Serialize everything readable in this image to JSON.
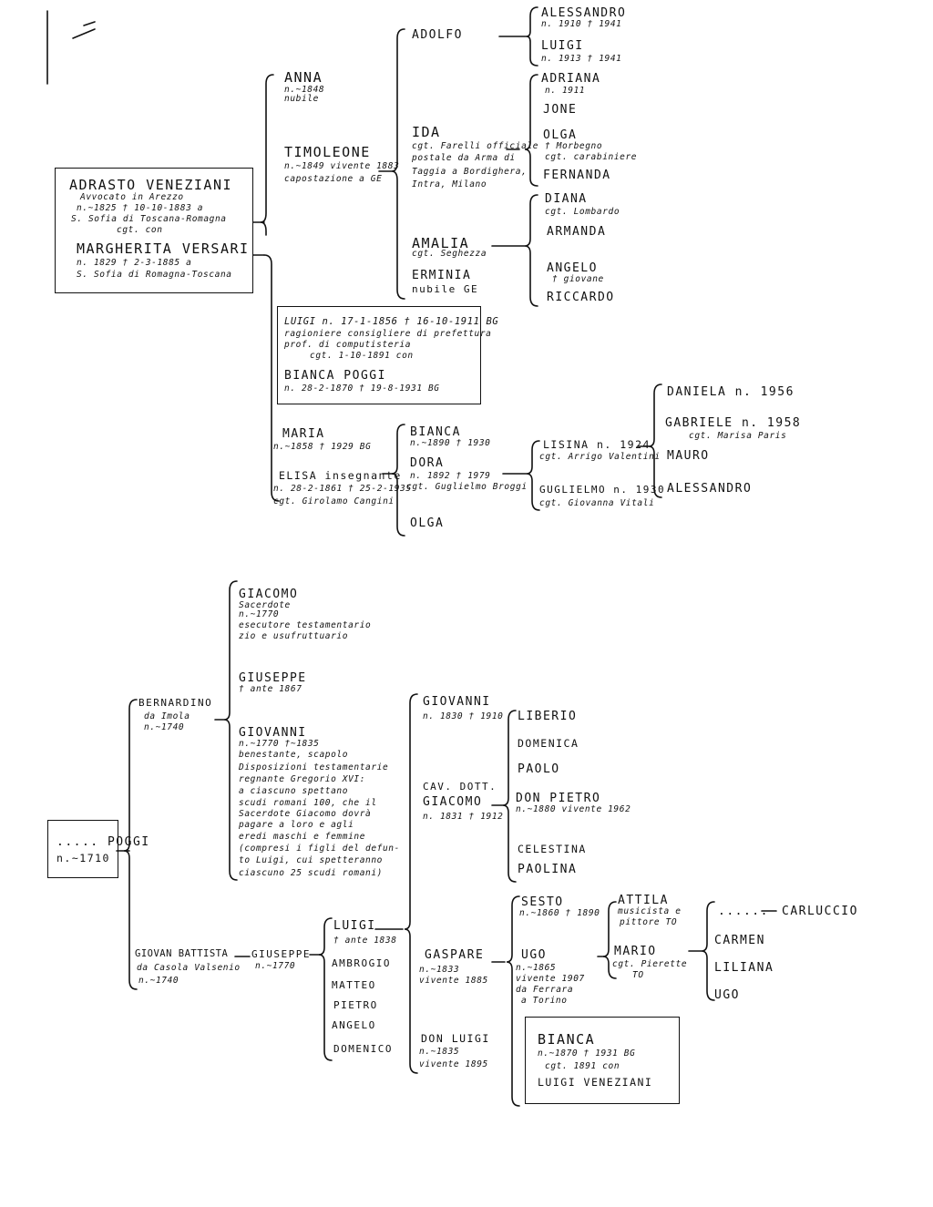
{
  "tree1": {
    "root": {
      "name": "ADRASTO VENEZIANI",
      "l1": "Avvocato in Arezzo",
      "l2": "n.~1825 † 10-10-1883 a",
      "l3": "S. Sofia di Toscana-Romagna",
      "l4": "cgt. con",
      "spouse": "MARGHERITA VERSARI",
      "s1": "n. 1829 † 2-3-1885 a",
      "s2": "S. Sofia di Romagna-Toscana"
    },
    "anna": {
      "name": "ANNA",
      "l1": "n.~1848",
      "l2": "nubile"
    },
    "timoleone": {
      "name": "TIMOLEONE",
      "l1": "n.~1849 vivente 1883",
      "l2": "capostazione a GE"
    },
    "adolfo": {
      "name": "ADOLFO"
    },
    "alessandro1": {
      "name": "ALESSANDRO",
      "l1": "n. 1910 † 1941"
    },
    "luigi_t1": {
      "name": "LUIGI",
      "l1": "n. 1913 † 1941"
    },
    "ida": {
      "name": "IDA",
      "l1": "cgt. Farelli officiale",
      "l2": "postale da Arma di",
      "l3": "Taggia a Bordighera,",
      "l4": "Intra, Milano"
    },
    "adriana": {
      "name": "ADRIANA",
      "l1": "n. 1911"
    },
    "jone": {
      "name": "JONE"
    },
    "olga1": {
      "name": "OLGA",
      "l1": "† Morbegno",
      "l2": "cgt. carabiniere"
    },
    "fernanda": {
      "name": "FERNANDA"
    },
    "amalia": {
      "name": "AMALIA",
      "l1": "cgt. Seghezza"
    },
    "diana": {
      "name": "DIANA",
      "l1": "cgt. Lombardo"
    },
    "armanda": {
      "name": "ARMANDA"
    },
    "angelo1": {
      "name": "ANGELO",
      "l1": "† giovane"
    },
    "riccardo": {
      "name": "RICCARDO"
    },
    "erminia": {
      "name": "ERMINIA",
      "l1": "nubile GE"
    },
    "luigi_bg": {
      "l1": "LUIGI n. 17-1-1856 † 16-10-1911 BG",
      "l2": "ragioniere consigliere di prefettura",
      "l3": "prof. di computisteria",
      "l4": "cgt. 1-10-1891 con",
      "spouse": "BIANCA POGGI",
      "s1": "n. 28-2-1870 † 19-8-1931 BG"
    },
    "maria": {
      "name": "MARIA",
      "l1": "n.~1858 † 1929 BG"
    },
    "elisa": {
      "name": "ELISA insegnante",
      "l1": "n. 28-2-1861 † 25-2-1935",
      "l2": "cgt. Girolamo Cangini"
    },
    "bianca2": {
      "name": "BIANCA",
      "l1": "n.~1890 † 1930"
    },
    "dora": {
      "name": "DORA",
      "l1": "n. 1892 † 1979",
      "l2": "cgt. Guglielmo Broggi"
    },
    "olga2": {
      "name": "OLGA"
    },
    "lisina": {
      "name": "LISINA n. 1924",
      "l1": "cgt. Arrigo Valentini"
    },
    "guglielmo": {
      "name": "GUGLIELMO n. 1930",
      "l1": "cgt. Giovanna Vitali"
    },
    "daniela": {
      "name": "DANIELA n. 1956"
    },
    "gabriele": {
      "name": "GABRIELE n. 1958",
      "l1": "cgt. Marisa Paris"
    },
    "mauro": {
      "name": "MAURO"
    },
    "alessandro2": {
      "name": "ALESSANDRO"
    }
  },
  "tree2": {
    "root": {
      "name": "..... POGGI",
      "l1": "n.~1710"
    },
    "bernardino": {
      "name": "BERNARDINO",
      "l1": "da Imola",
      "l2": "n.~1740"
    },
    "giacomo_sac": {
      "name": "GIACOMO",
      "l1": "Sacerdote",
      "l2": "n.~1770",
      "l3": "esecutore testamentario",
      "l4": "zio e usufruttuario"
    },
    "giuseppe_t": {
      "name": "GIUSEPPE",
      "l1": "† ante 1867"
    },
    "giovanni_b": {
      "name": "GIOVANNI",
      "l1": "n.~1770 †~1835",
      "l2": "benestante, scapolo",
      "l3": "Disposizioni testamentarie",
      "l4": "regnante Gregorio XVI:",
      "l5": "a ciascuno spettano",
      "l6": "scudi romani 100, che il",
      "l7": "Sacerdote Giacomo dovrà",
      "l8": "pagare a loro e agli",
      "l9": "eredi maschi e femmine",
      "l10": "(compresi i figli del defun-",
      "l11": "to Luigi, cui spetteranno",
      "l12": "ciascuno 25 scudi romani)"
    },
    "giovanbattista": {
      "name": "GIOVAN BATTISTA",
      "l1": "da Casola Valsenio",
      "l2": "n.~1740"
    },
    "giuseppe2": {
      "name": "GIUSEPPE",
      "l1": "n.~1770"
    },
    "luigi2": {
      "name": "LUIGI",
      "l1": "† ante 1838"
    },
    "ambrogio": {
      "name": "AMBROGIO"
    },
    "matteo": {
      "name": "MATTEO"
    },
    "pietro": {
      "name": "PIETRO"
    },
    "angelo2": {
      "name": "ANGELO"
    },
    "domenico": {
      "name": "DOMENICO"
    },
    "giovanni2": {
      "name": "GIOVANNI",
      "l1": "n. 1830 † 1910"
    },
    "giacomo_dott": {
      "name": "CAV. DOTT.",
      "name2": "GIACOMO",
      "l1": "n. 1831 † 1912"
    },
    "liberio": {
      "name": "LIBERIO"
    },
    "domenica": {
      "name": "DOMENICA"
    },
    "paolo": {
      "name": "PAOLO"
    },
    "don_pietro": {
      "name": "DON PIETRO",
      "l1": "n.~1880 vivente 1962"
    },
    "celestina": {
      "name": "CELESTINA"
    },
    "paolina": {
      "name": "PAOLINA"
    },
    "gaspare": {
      "name": "GASPARE",
      "l1": "n.~1833",
      "l2": "vivente 1885"
    },
    "don_luigi": {
      "name": "DON LUIGI",
      "l1": "n.~1835",
      "l2": "vivente 1895"
    },
    "sesto": {
      "name": "SESTO",
      "l1": "n.~1860 † 1890"
    },
    "ugo1": {
      "name": "UGO",
      "l1": "n.~1865",
      "l2": "vivente 1907",
      "l3": "da Ferrara",
      "l4": "a Torino"
    },
    "attila": {
      "name": "ATTILA",
      "l1": "musicista e",
      "l2": "pittore TO"
    },
    "mario": {
      "name": "MARIO",
      "l1": "cgt. Pierette",
      "l2": "TO"
    },
    "dots": {
      "name": "......",
      "dash": "—",
      "carluccio": "CARLUCCIO"
    },
    "carmen": {
      "name": "CARMEN"
    },
    "liliana": {
      "name": "LILIANA"
    },
    "ugo2": {
      "name": "UGO"
    },
    "bianca_box": {
      "name": "BIANCA",
      "l1": "n.~1870 † 1931 BG",
      "l2": "cgt. 1891 con",
      "l3": "LUIGI VENEZIANI"
    }
  }
}
